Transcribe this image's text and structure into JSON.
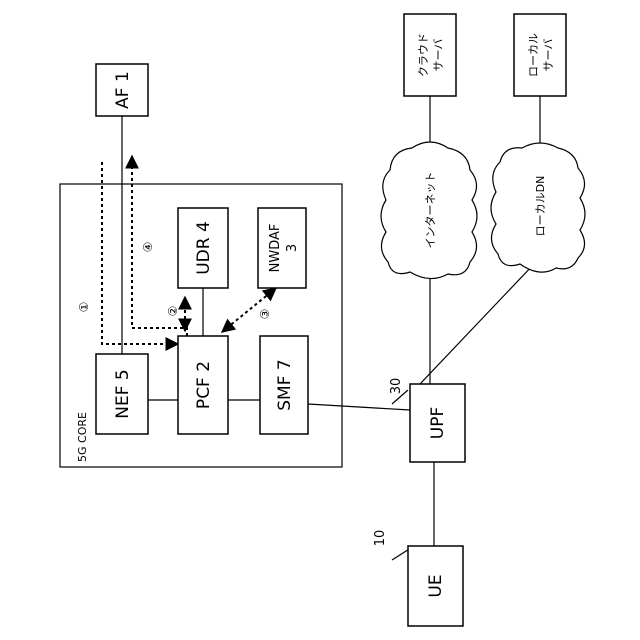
{
  "core_label": "5G CORE",
  "nodes": {
    "af": "AF 1",
    "nef": "NEF 5",
    "pcf": "PCF 2",
    "smf": "SMF 7",
    "udr": "UDR 4",
    "nwdaf_line1": "NWDAF",
    "nwdaf_line2": "3",
    "upf": "UPF",
    "ue": "UE",
    "cloud_server_line1": "クラウド",
    "cloud_server_line2": "サーバ",
    "local_server_line1": "ローカル",
    "local_server_line2": "サーバ"
  },
  "networks": {
    "internet": "インターネット",
    "local_dn": "ローカルDN"
  },
  "references": {
    "upf_ref": "30",
    "ue_ref": "10"
  },
  "steps": {
    "step1": "①",
    "step2": "②",
    "step3": "③",
    "step4": "④"
  }
}
